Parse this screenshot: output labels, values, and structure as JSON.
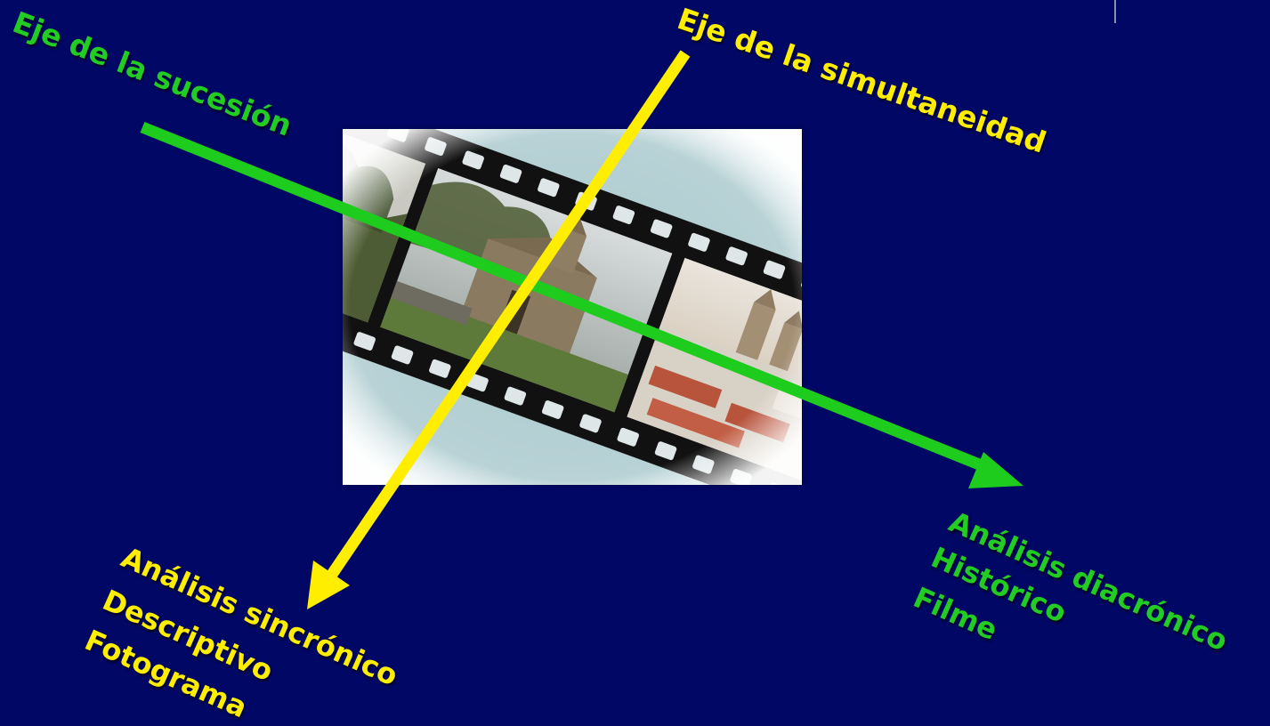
{
  "axes": {
    "succession": {
      "label": "Eje de la sucesión",
      "color": "#22cc22"
    },
    "simultaneity": {
      "label": "Eje de la simultaneidad",
      "color": "#ffee00"
    }
  },
  "synchronic": {
    "line1": "Análisis sincrónico",
    "line2": "Descriptivo",
    "line3": "Fotograma"
  },
  "diachronic": {
    "line1": "Análisis diacrónico",
    "line2": "Histórico",
    "line3": "Filme"
  },
  "image": {
    "icon": "film-strip-photo-collage"
  }
}
